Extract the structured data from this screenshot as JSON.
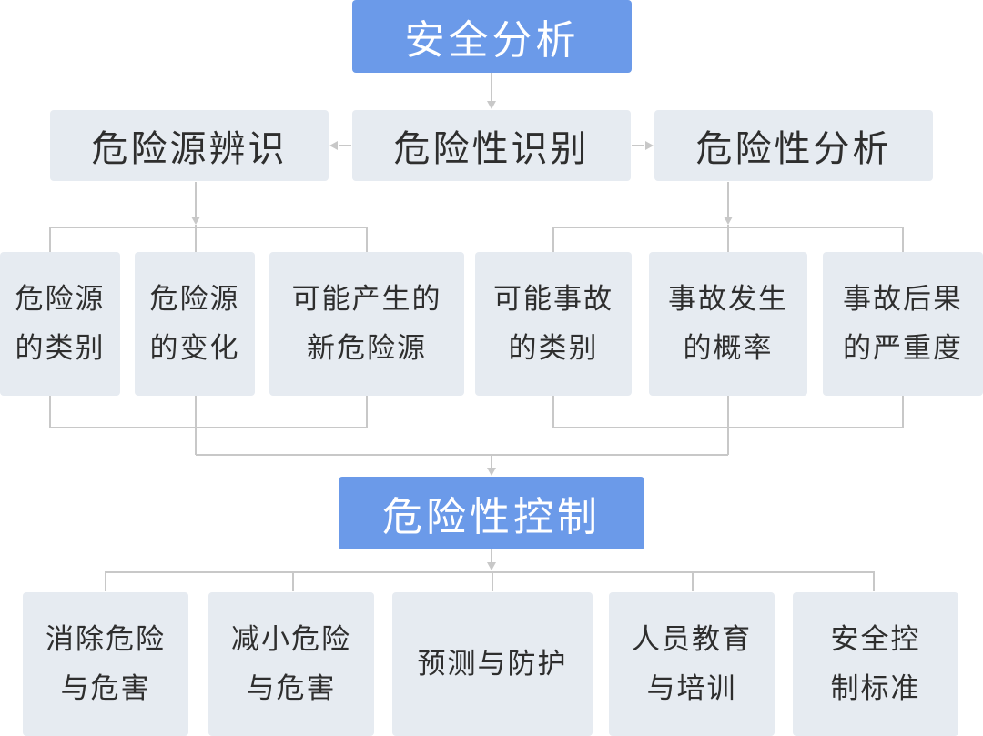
{
  "top": {
    "title": "安全分析"
  },
  "middle": {
    "left": "危险源辨识",
    "center": "危险性识别",
    "right": "危险性分析"
  },
  "identification_items": [
    {
      "line1": "危险源",
      "line2": "的类别"
    },
    {
      "line1": "危险源",
      "line2": "的变化"
    },
    {
      "line1": "可能产生的",
      "line2": "新危险源"
    }
  ],
  "analysis_items": [
    {
      "line1": "可能事故",
      "line2": "的类别"
    },
    {
      "line1": "事故发生",
      "line2": "的概率"
    },
    {
      "line1": "事故后果",
      "line2": "的严重度"
    }
  ],
  "control": {
    "title": "危险性控制"
  },
  "control_items": [
    {
      "line1": "消除危险",
      "line2": "与危害"
    },
    {
      "line1": "减小危险",
      "line2": "与危害"
    },
    {
      "line1": "预测与防护",
      "line2": ""
    },
    {
      "line1": "人员教育",
      "line2": "与培训"
    },
    {
      "line1": "安全控",
      "line2": "制标准"
    }
  ],
  "colors": {
    "primary": "#6b9ae9",
    "secondary": "#e6ebf1",
    "connector": "#c8c8c8",
    "text_dark": "#2e2e2e",
    "text_light": "#ffffff"
  }
}
